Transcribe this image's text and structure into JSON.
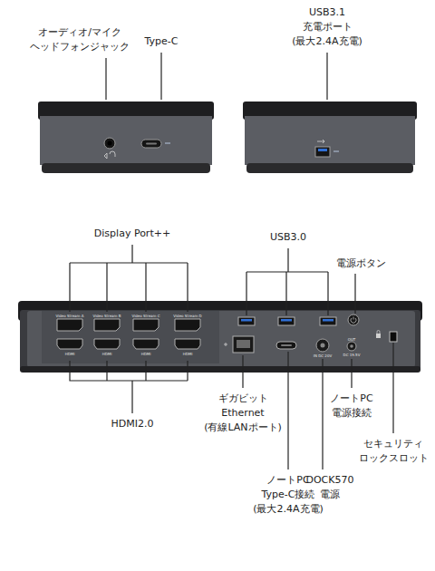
{
  "diagram": {
    "labels": [
      "オーディオ/マイク ヘッドフォンジャック",
      "Type-C",
      "USB3.1 充電ポート (最大2.4A充電)",
      "Display Port++",
      "USB3.0",
      "電源ボタン",
      "Video Stream A",
      "Video Stream B",
      "Video Stream C",
      "Video Stream D",
      "HDMI",
      "HDMI",
      "HDMI",
      "HDMI",
      "IN DC 20V",
      "OUT",
      "DC 19.5V",
      "ギガビット Ethernet (有線LANポート)",
      "HDMI2.0",
      "ノートPC 電源接続",
      "セキュリティ ロックスロット",
      "ノートPC Type-C接続 (最大2.4A充電)",
      "DOCK570 電源"
    ]
  }
}
